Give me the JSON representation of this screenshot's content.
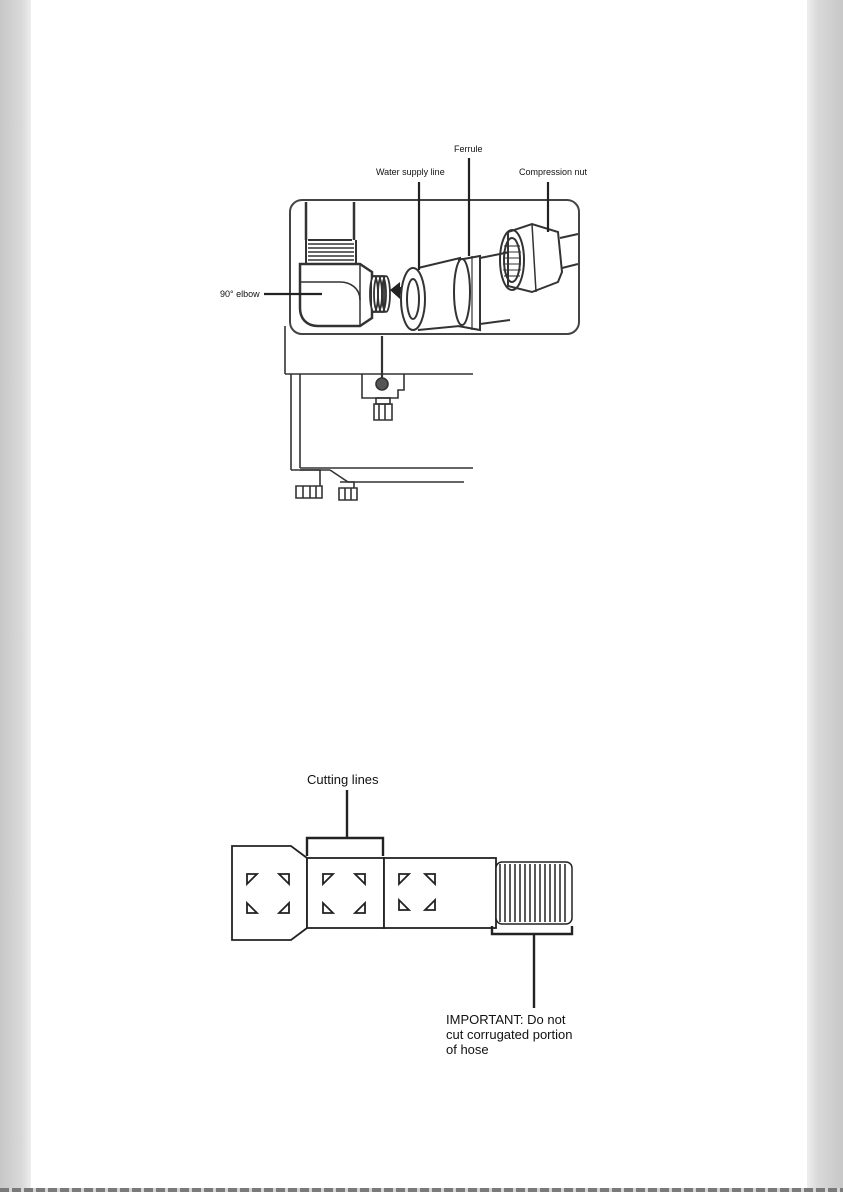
{
  "figure1": {
    "labels": {
      "ferrule": "Ferrule",
      "water_supply_line": "Water supply line",
      "compression_nut": "Compression nut",
      "elbow": "90° elbow"
    }
  },
  "figure2": {
    "labels": {
      "cutting_lines": "Cutting lines",
      "important_line1": "IMPORTANT: Do not",
      "important_line2": "cut corrugated portion",
      "important_line3": "of hose"
    }
  }
}
